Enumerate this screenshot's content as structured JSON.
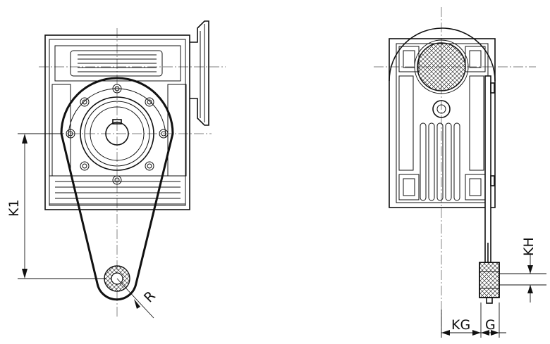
{
  "labels": {
    "k1": "K1",
    "r": "R",
    "kh": "KH",
    "kg": "KG",
    "g": "G"
  }
}
